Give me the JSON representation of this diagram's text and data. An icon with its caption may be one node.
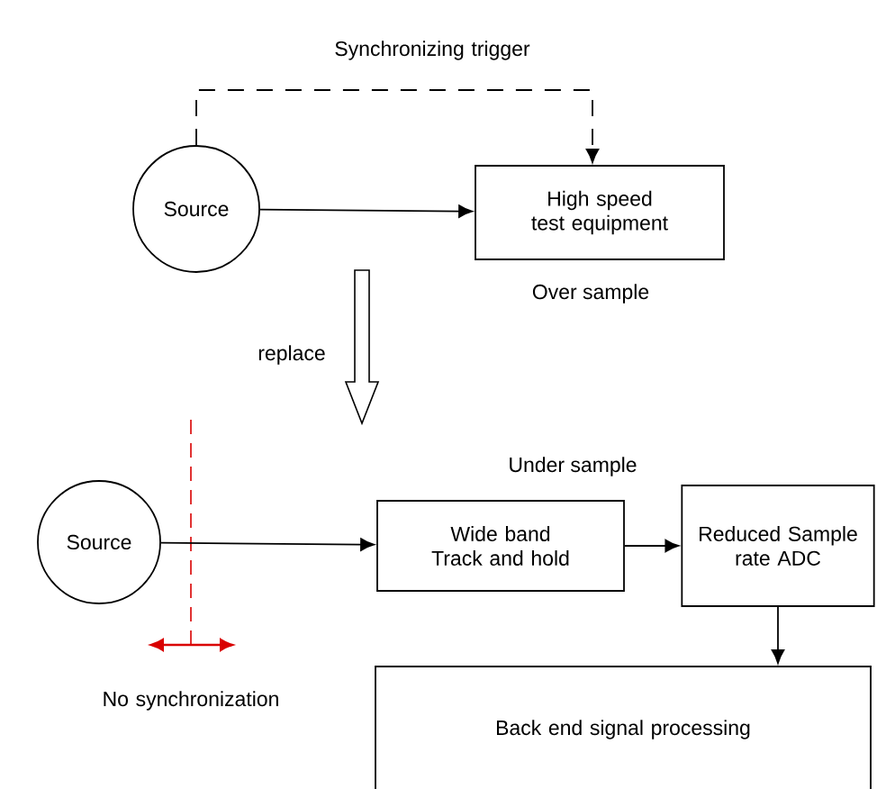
{
  "diagram": {
    "nodes": [
      {
        "text": [
          "Source"
        ]
      },
      {
        "text": [
          "High speed test equipment"
        ],
        "beside": [
          "Over sample"
        ]
      },
      {
        "text": [
          "Source"
        ]
      },
      {
        "text": [
          "Wide band Track and hold"
        ],
        "beside": [
          "Under sample"
        ]
      },
      {
        "text": [
          "Reduced Sample rate ADC"
        ]
      },
      {
        "text": [
          "Back end signal processing"
        ]
      }
    ],
    "edges": [
      {
        "from": 0,
        "to": 1,
        "arrow": "to"
      },
      {
        "from": 0,
        "to": 1,
        "arrow": "to",
        "style": "dashed",
        "label": "Synchronizing trigger"
      },
      {
        "from": 2,
        "to": 3,
        "arrow": "to"
      },
      {
        "from": 3,
        "to": 4,
        "arrow": "to"
      },
      {
        "from": 4,
        "to": 5,
        "arrow": "to"
      }
    ],
    "labels": [
      "replace",
      "No synchronization"
    ]
  }
}
